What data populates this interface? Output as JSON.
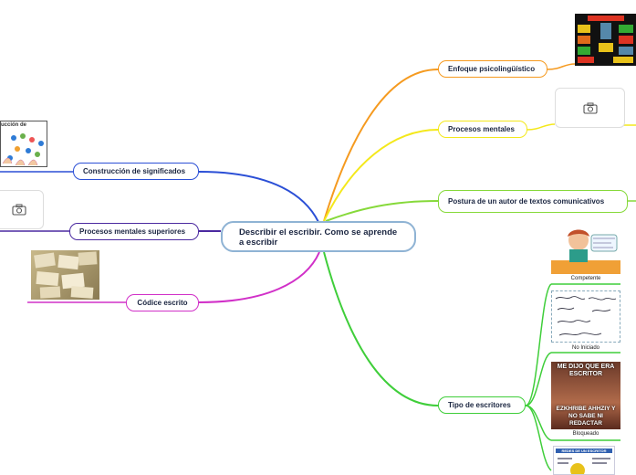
{
  "central": {
    "title": "Describir el escribir. Como se aprende a escribir"
  },
  "left_branches": [
    {
      "label": "Construcción de significados",
      "color": "#2b4fd6"
    },
    {
      "label": "Procesos mentales superiores",
      "color": "#4b2aa0"
    },
    {
      "label": "Códice escrito",
      "color": "#d130c8"
    }
  ],
  "right_branches": [
    {
      "label": "Enfoque psicolingüístico",
      "color": "#f59a1f"
    },
    {
      "label": "Procesos mentales",
      "color": "#f4e81b"
    },
    {
      "label": "Postura de un autor de textos comunicativos",
      "color": "#86d93a"
    },
    {
      "label": "Tipo de escritores",
      "color": "#3fce3a"
    }
  ],
  "writer_types": [
    {
      "label": "Competente"
    },
    {
      "label": "No Iniciado"
    },
    {
      "label": "Bloqueado"
    }
  ],
  "image_texts": {
    "left_top_fragment": "ucción de",
    "meme_top": "ME DIJO QUE ERA ESCRITOR",
    "meme_bottom": "EZKHRIBE AHHZIY Y NO SABE NI REDACTAR",
    "poster_title": "REDES DE UN ESCRITOR"
  },
  "icons": {
    "camera": "camera-icon"
  }
}
